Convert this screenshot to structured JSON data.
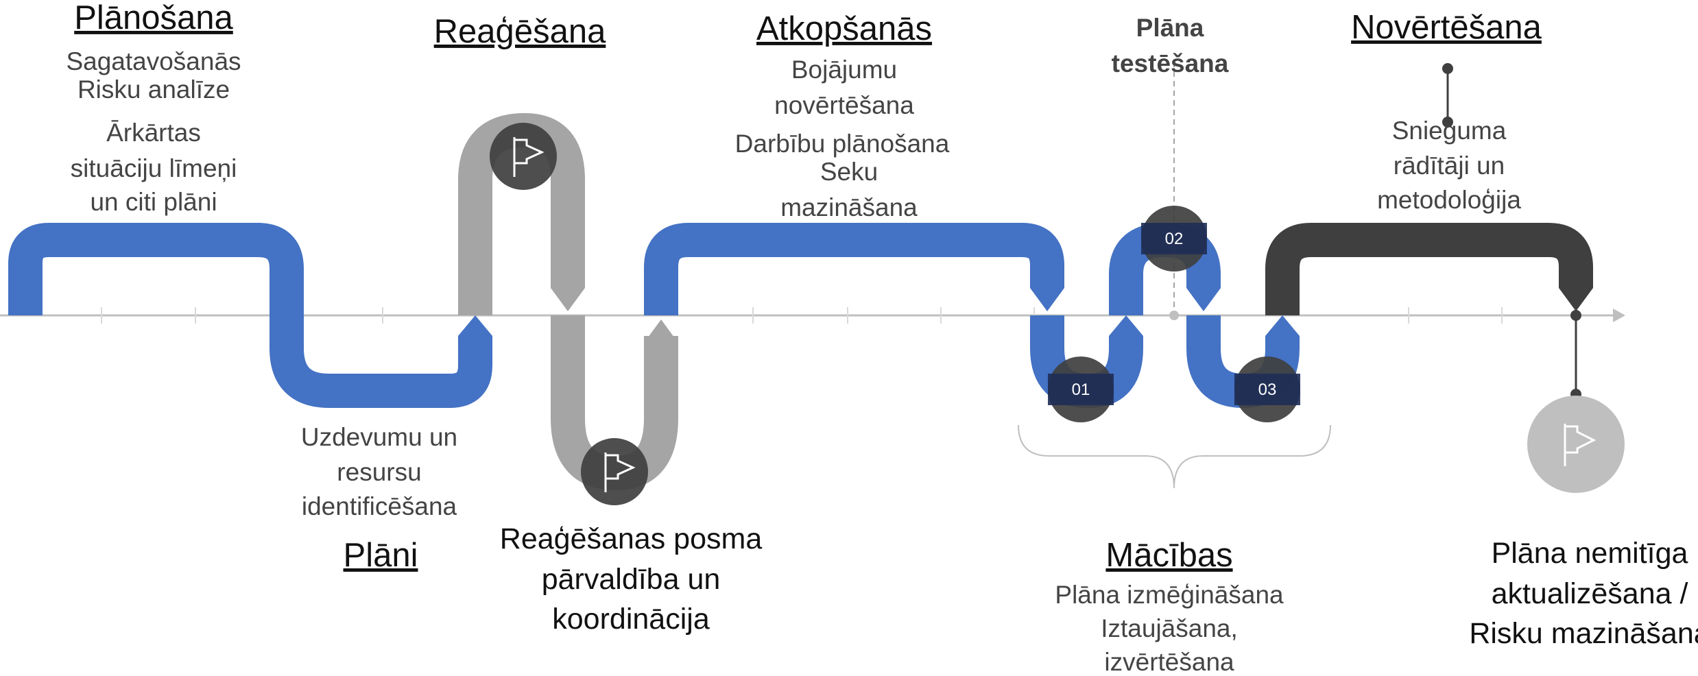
{
  "phases": {
    "planosana": {
      "title": "Plānošana",
      "lines": [
        "Sagatavošanās",
        "Risku analīze",
        "Ārkārtas",
        "situāciju līmeņi",
        "un citi plāni"
      ]
    },
    "plani": {
      "lines": [
        "Uzdevumu un",
        "resursu",
        "identificēšana"
      ],
      "title": "Plāni"
    },
    "reagesana": {
      "title": "Reaģēšana",
      "lines": [
        "Reaģēšanas posma",
        "pārvaldība un",
        "koordinācija"
      ]
    },
    "atkopsanas": {
      "title": "Atkopšanās",
      "lines": [
        "Bojājumu",
        "novērtēšana",
        "Darbību plānošana",
        "Seku",
        "mazināšana"
      ]
    },
    "plana_testesana": {
      "lines": [
        "Plāna",
        "testēšana"
      ]
    },
    "macibas": {
      "title": "Mācības",
      "lines": [
        "Plāna izmēģināšana",
        "Iztaujāšana,",
        "izvērtēšana"
      ]
    },
    "novertesana": {
      "title": "Novērtēšana",
      "lines": [
        "Snieguma",
        "rādītāji un",
        "metodoloģija"
      ]
    },
    "aktualizesana": {
      "lines": [
        "Plāna nemitīga",
        "aktualizēšana /",
        "Risku mazināšana"
      ]
    }
  },
  "markers": [
    "01",
    "02",
    "03"
  ],
  "icons": [
    "flag-icon",
    "flag-icon",
    "flag-icon"
  ],
  "colors": {
    "blue": "#4472C4",
    "gray": "#A5A5A5",
    "dark": "#3F3F3F",
    "navy": "#1F2D56",
    "circle_dark": "#3F3F3F",
    "circle_light": "#BFBFBF",
    "axis": "#BFBFBF"
  }
}
